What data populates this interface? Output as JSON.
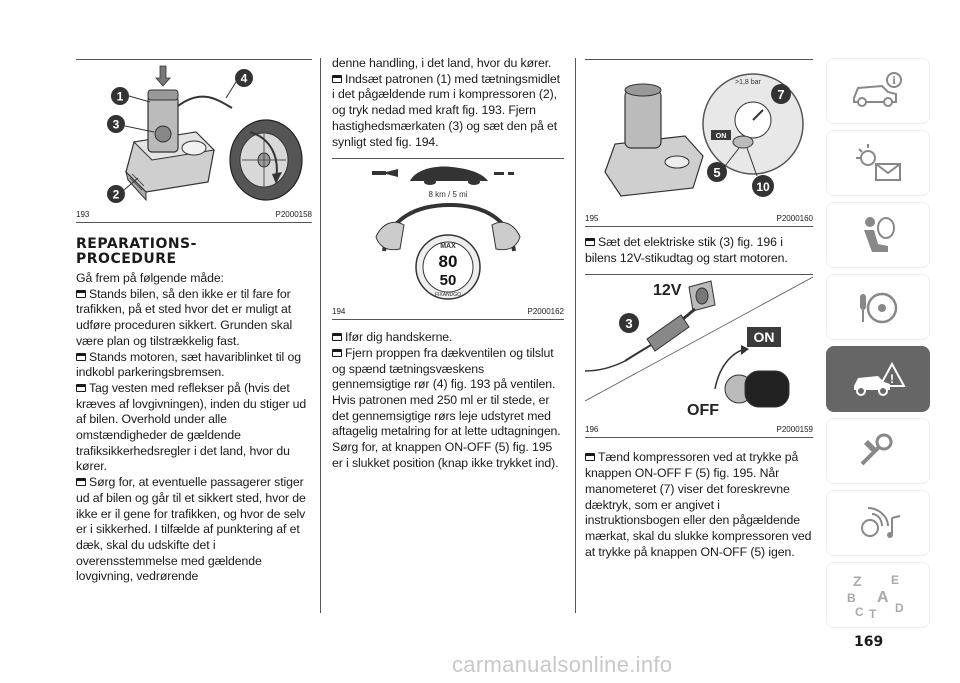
{
  "column1": {
    "figure": {
      "number": "193",
      "code": "P2000158",
      "callouts": [
        "1",
        "4",
        "3",
        "2"
      ]
    },
    "heading": "REPARATIONS-\nPROCEDURE",
    "paragraphs": [
      {
        "bullet": false,
        "text": "Gå frem på følgende måde:"
      },
      {
        "bullet": true,
        "text": "Stands bilen, så den ikke er til fare for trafikken, på et sted hvor det er muligt at udføre proceduren sikkert. Grunden skal være plan og tilstrækkelig fast."
      },
      {
        "bullet": true,
        "text": "Stands motoren, sæt havariblinket til og indkobl parkeringsbremsen."
      },
      {
        "bullet": true,
        "text": "Tag vesten med reflekser på (hvis det kræves af lovgivningen), inden du stiger ud af bilen. Overhold under alle omstændigheder de gældende trafiksikkerhedsregler i det land, hvor du kører."
      },
      {
        "bullet": true,
        "text": "Sørg for, at eventuelle passagerer stiger ud af bilen og går til et sikkert sted, hvor de ikke er il gene for trafikken, og hvor de selv er i sikkerhed. I tilfælde af punktering af et dæk, skal du udskifte det i overensstemmelse med gældende lovgivning, vedrørende"
      }
    ]
  },
  "column2": {
    "paragraphs_top": [
      {
        "bullet": false,
        "text": "denne handling, i det land, hvor du kører."
      },
      {
        "bullet": true,
        "text": "Indsæt patronen (1) med tætningsmidlet i det pågældende rum i kompressoren (2), og tryk nedad med kraft fig. 193. Fjern hastighedsmærkaten (3) og sæt den på et synligt sted fig. 194."
      }
    ],
    "figure": {
      "number": "194",
      "code": "P2000162",
      "speed_label": "8 km / 5 mi",
      "sticker": {
        "top": "MAX",
        "value_kmh": "80",
        "value_mph": "50",
        "bottom": "FIXANDGO"
      }
    },
    "paragraphs_bottom": [
      {
        "bullet": true,
        "text": "Ifør dig handskerne."
      },
      {
        "bullet": true,
        "text": "Fjern proppen fra dækventilen og tilslut og spænd tætningsvæskens gennemsigtige rør (4) fig. 193 på ventilen. Hvis patronen med 250 ml er til stede, er det gennemsigtige rørs leje udstyret med aftagelig metalring for at lette udtagningen."
      },
      {
        "bullet": false,
        "text": "Sørg for, at knappen ON-OFF (5) fig. 195 er i slukket position (knap ikke trykket ind)."
      }
    ]
  },
  "column3": {
    "figure1": {
      "number": "195",
      "code": "P2000160",
      "gauge_label": ">1,8 bar",
      "on_label": "ON",
      "callouts": [
        "7",
        "5",
        "10"
      ]
    },
    "para1": {
      "bullet": true,
      "text": "Sæt det elektriske stik (3) fig. 196 i bilens 12V-stikudtag og start motoren."
    },
    "figure2": {
      "number": "196",
      "code": "P2000159",
      "socket_label": "12V",
      "on_label": "ON",
      "off_label": "OFF",
      "callout": "3"
    },
    "para2": {
      "bullet": true,
      "text": "Tænd kompressoren ved at trykke på knappen ON-OFF F (5) fig. 195. Når manometeret (7) viser det foreskrevne dæktryk, som er angivet i instruktionsbogen eller den pågældende mærkat, skal du slukke kompressoren ved at trykke på knappen ON-OFF (5) igen."
    }
  },
  "sidebar": {
    "tabs": [
      {
        "icon": "car-info-icon",
        "active": false
      },
      {
        "icon": "warning-lights-mail-icon",
        "active": false
      },
      {
        "icon": "seat-airbag-icon",
        "active": false
      },
      {
        "icon": "key-steering-wheel-icon",
        "active": false
      },
      {
        "icon": "car-breakdown-icon",
        "active": true
      },
      {
        "icon": "wrench-service-icon",
        "active": false
      },
      {
        "icon": "multimedia-icon",
        "active": false
      },
      {
        "icon": "alphabet-index-icon",
        "active": false,
        "letters": [
          "Z",
          "E",
          "B",
          "A",
          "C",
          "T",
          "D"
        ]
      }
    ]
  },
  "page_number": "169",
  "watermark": "carmanualsonline.info",
  "colors": {
    "text": "#1a1a1a",
    "active_tab": "#666666",
    "on_badge": "#3a3a3a",
    "watermark": "#c8c8c8"
  }
}
